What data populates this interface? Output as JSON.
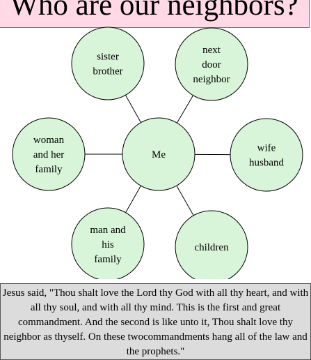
{
  "title": "Who are our neighbors?",
  "center": {
    "lines": [
      "Me"
    ]
  },
  "nodes": [
    {
      "id": "sister-brother",
      "lines": [
        "sister",
        "brother"
      ]
    },
    {
      "id": "next-door-neighbor",
      "lines": [
        "next",
        "door",
        "neighbor"
      ]
    },
    {
      "id": "woman-and-her-family",
      "lines": [
        "woman",
        "and her",
        "family"
      ]
    },
    {
      "id": "wife-husband",
      "lines": [
        "wife",
        "husband"
      ]
    },
    {
      "id": "man-and-his-family",
      "lines": [
        "man and",
        "his",
        "family"
      ]
    },
    {
      "id": "children",
      "lines": [
        "children"
      ]
    }
  ],
  "quote": "Jesus said, \"Thou shalt love the Lord thy God with all thy heart, and with all thy soul, and with all thy mind. This is the first and great commandment. And the second is like unto it, Thou shalt love thy neighbor as thyself. On these twocommandments hang all of the law and the prophets.\"",
  "colors": {
    "title_background": "#ffd9e6",
    "node_fill": "#d9f5d9",
    "quote_background": "#dcdcdc"
  }
}
